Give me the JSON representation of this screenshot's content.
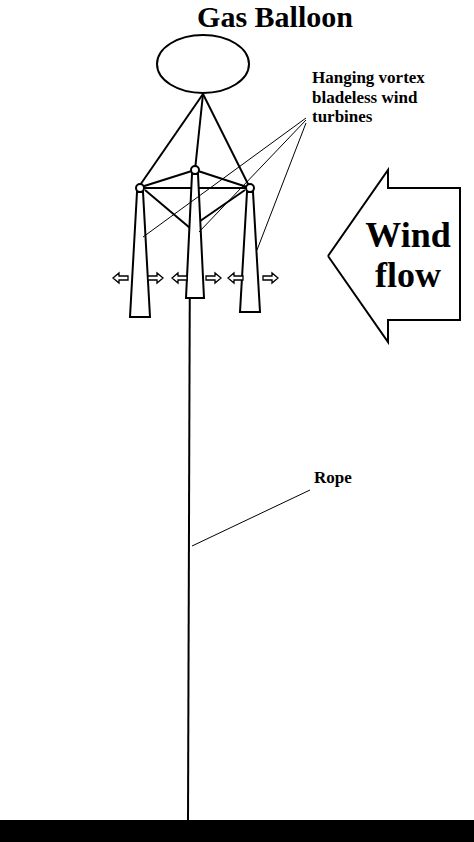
{
  "diagram": {
    "nodes": [
      {
        "text": [
          "Gas Balloon"
        ]
      },
      {
        "text": [
          "Wind flow"
        ]
      }
    ],
    "labels": [
      "Hanging vortex bladeless wind turbines",
      "Rope"
    ]
  }
}
